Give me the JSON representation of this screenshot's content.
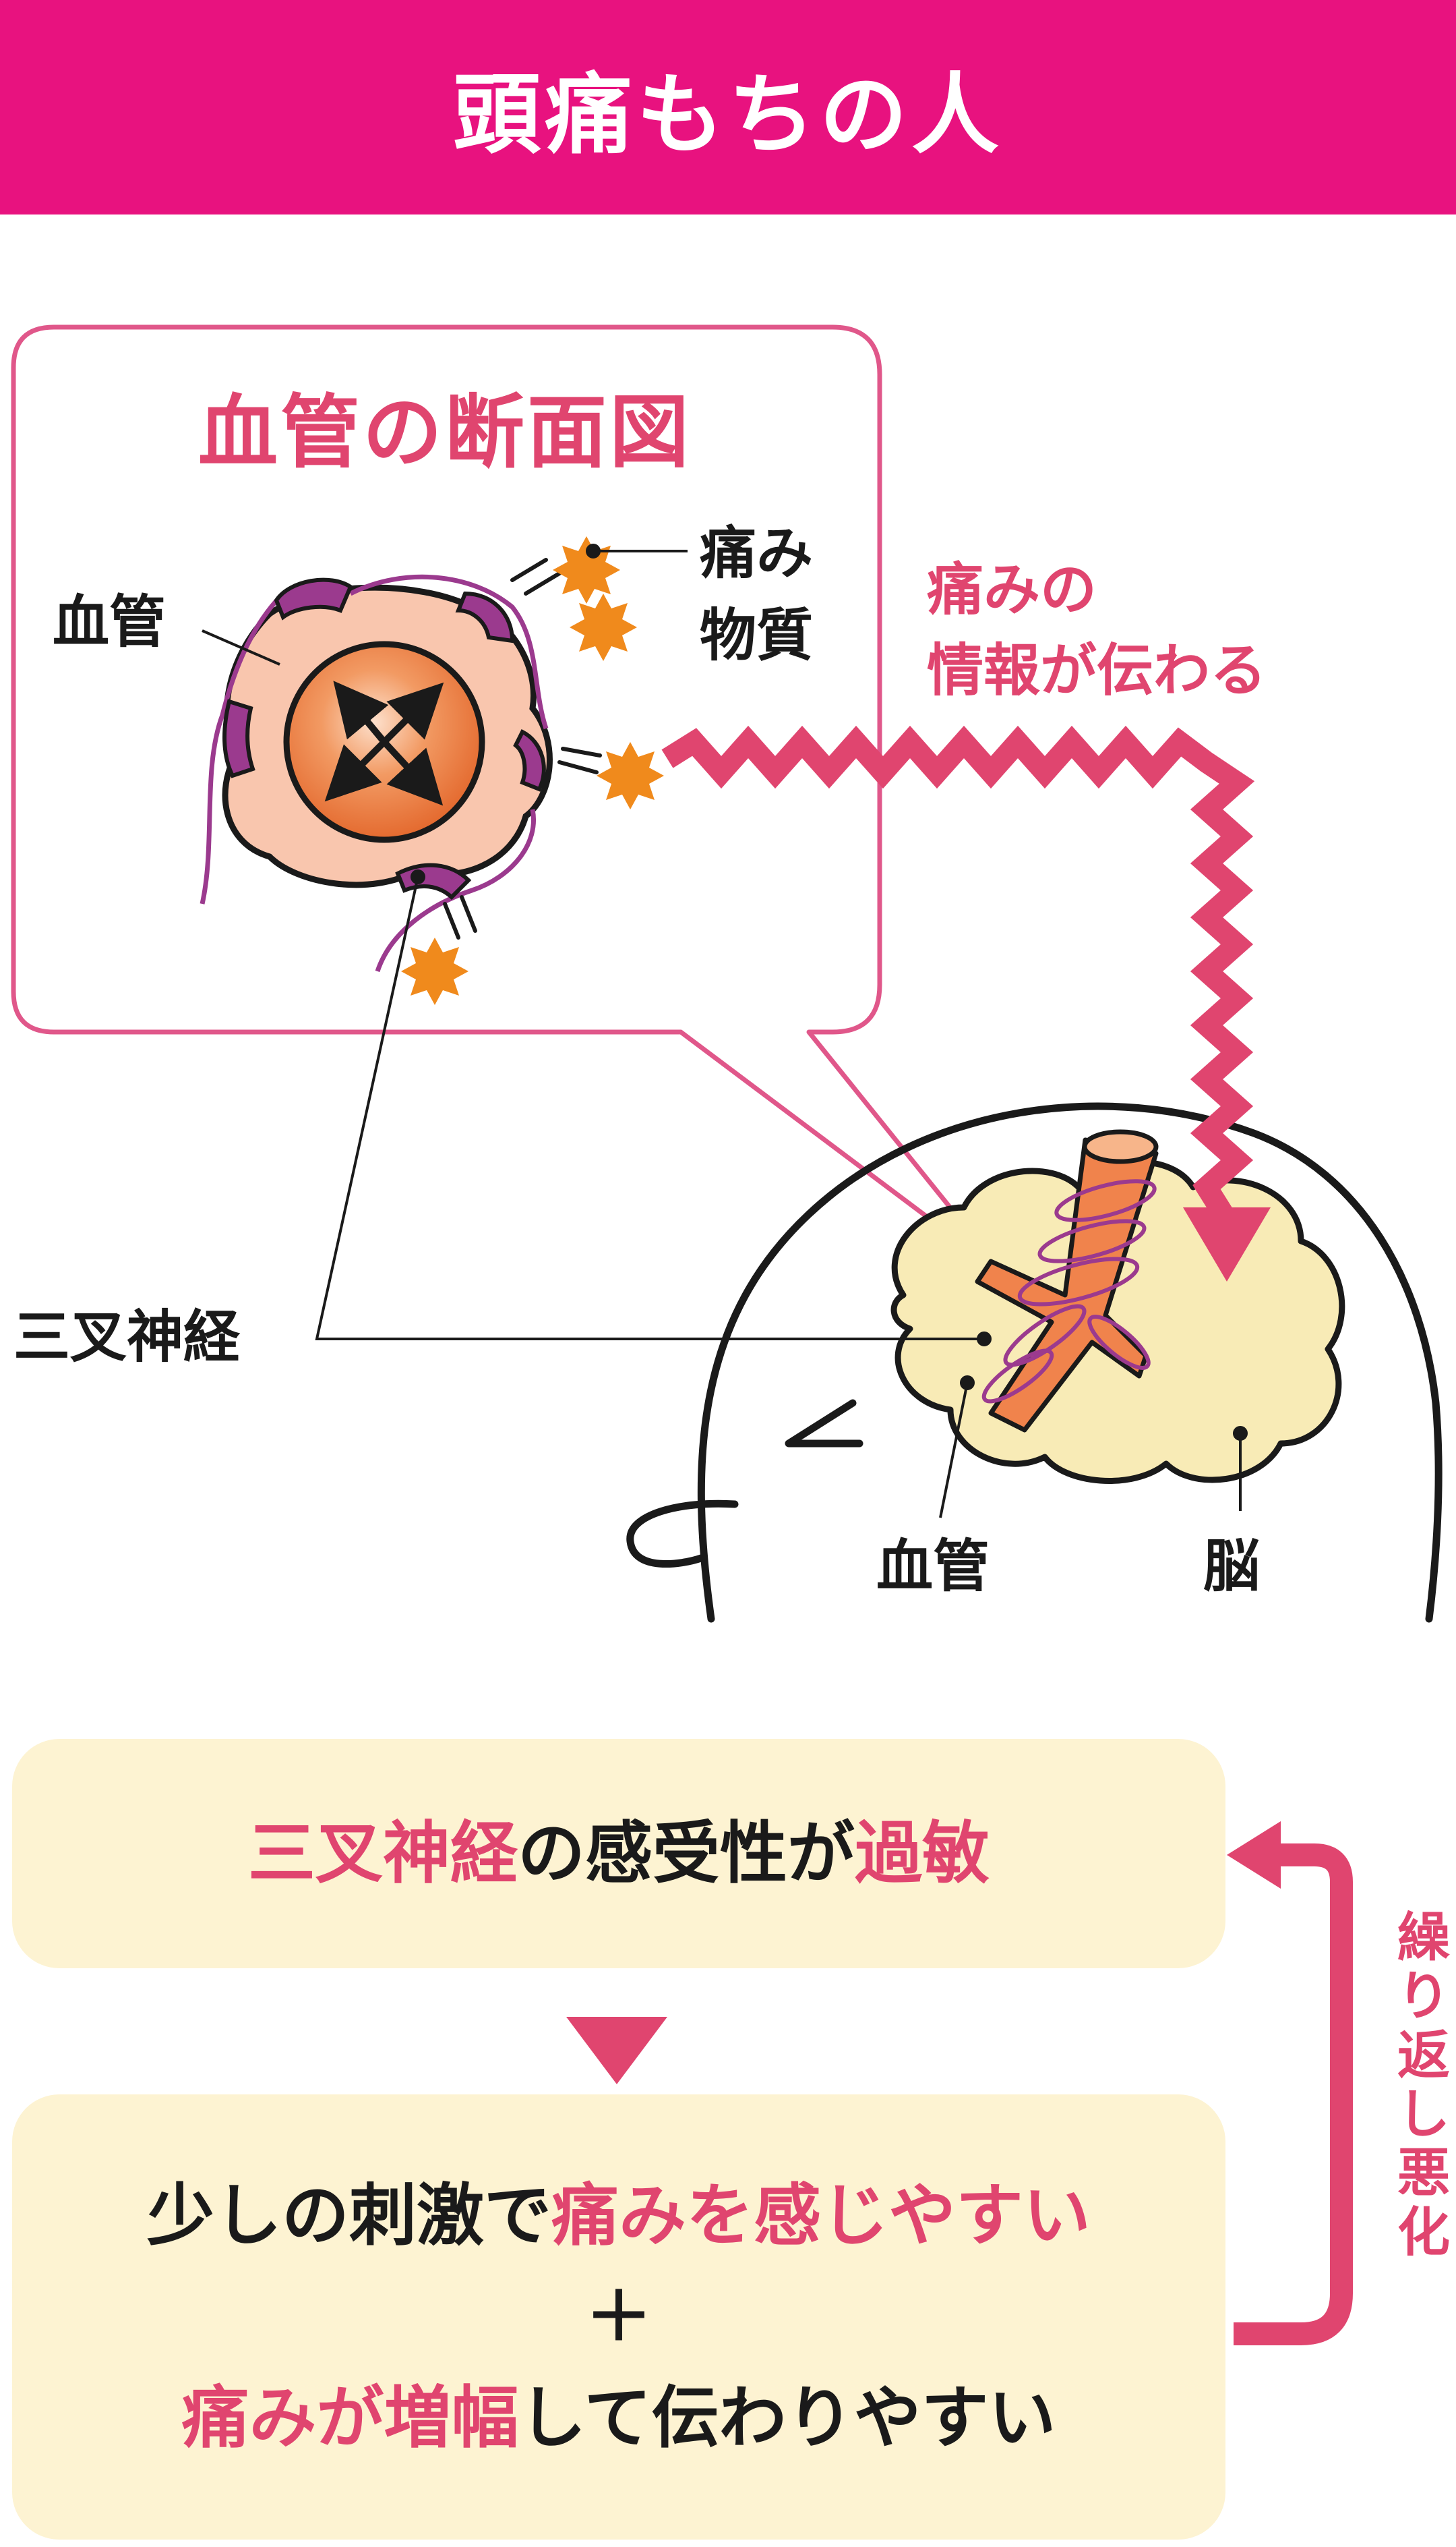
{
  "header": {
    "title": "頭痛もちの人"
  },
  "callout": {
    "title": "血管の断面図"
  },
  "labels": {
    "vessel_top": "血管",
    "substance_1": "痛み",
    "substance_2": "物質",
    "pain_info_1": "痛みの",
    "pain_info_2": "情報が伝わる",
    "trigeminal": "三叉神経",
    "vessel_bottom": "血管",
    "brain": "脳"
  },
  "box1": {
    "parts": [
      "三叉神経",
      "の感受性が",
      "過敏"
    ]
  },
  "box2": {
    "line1": [
      "少しの刺激で",
      "痛みを感じやすい"
    ],
    "plus": "＋",
    "line3": [
      "痛みが増幅",
      "して伝わりやすい"
    ]
  },
  "cycle_label": [
    "繰",
    "り",
    "返",
    "し",
    "悪",
    "化"
  ],
  "colors": {
    "header": "#e8127f",
    "accent_pink": "#e0456f",
    "box_bg": "#fdf3d2",
    "vessel_orange": "#e8703a",
    "nerve_purple": "#9b3a8e",
    "brain_beige": "#f8ebb6",
    "spark_orange": "#f08a1c"
  }
}
